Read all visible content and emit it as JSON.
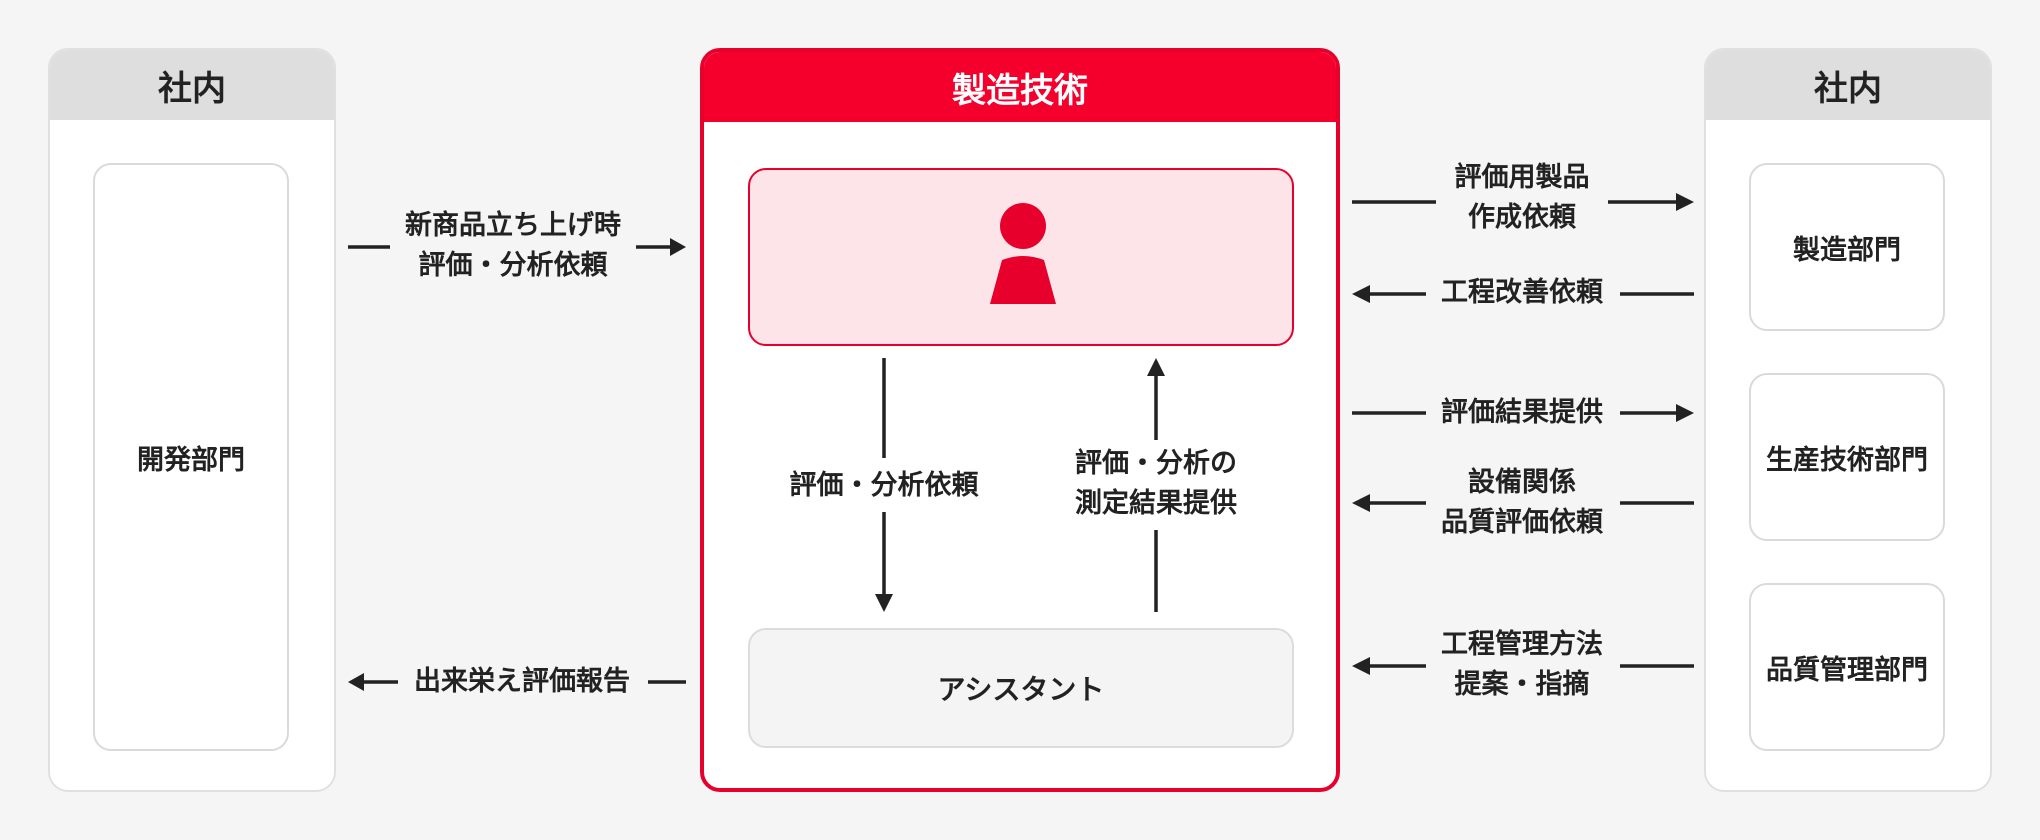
{
  "left_panel": {
    "title": "社内",
    "box": "開発部門"
  },
  "center_panel": {
    "title": "製造技術",
    "assistant": "アシスタント",
    "down_label": "評価・分析依頼",
    "up_label": [
      "評価・分析の",
      "測定結果提供"
    ]
  },
  "right_panel": {
    "title": "社内",
    "boxes": [
      "製造部門",
      "生産技術部門",
      "品質管理部門"
    ]
  },
  "left_flows": [
    {
      "text": [
        "新商品立ち上げ時",
        "評価・分析依頼"
      ],
      "direction": "right"
    },
    {
      "text": [
        "出来栄え評価報告"
      ],
      "direction": "left"
    }
  ],
  "right_flows": [
    {
      "text": [
        "評価用製品",
        "作成依頼"
      ],
      "direction": "right"
    },
    {
      "text": [
        "工程改善依頼"
      ],
      "direction": "left"
    },
    {
      "text": [
        "評価結果提供"
      ],
      "direction": "right"
    },
    {
      "text": [
        "設備関係",
        "品質評価依頼"
      ],
      "direction": "left"
    },
    {
      "text": [
        "工程管理方法",
        "提案・指摘"
      ],
      "direction": "left"
    }
  ],
  "colors": {
    "accent": "#f5002d",
    "pink": "#fde4e8",
    "arrow": "#222222"
  },
  "icons": [
    "person-icon"
  ]
}
